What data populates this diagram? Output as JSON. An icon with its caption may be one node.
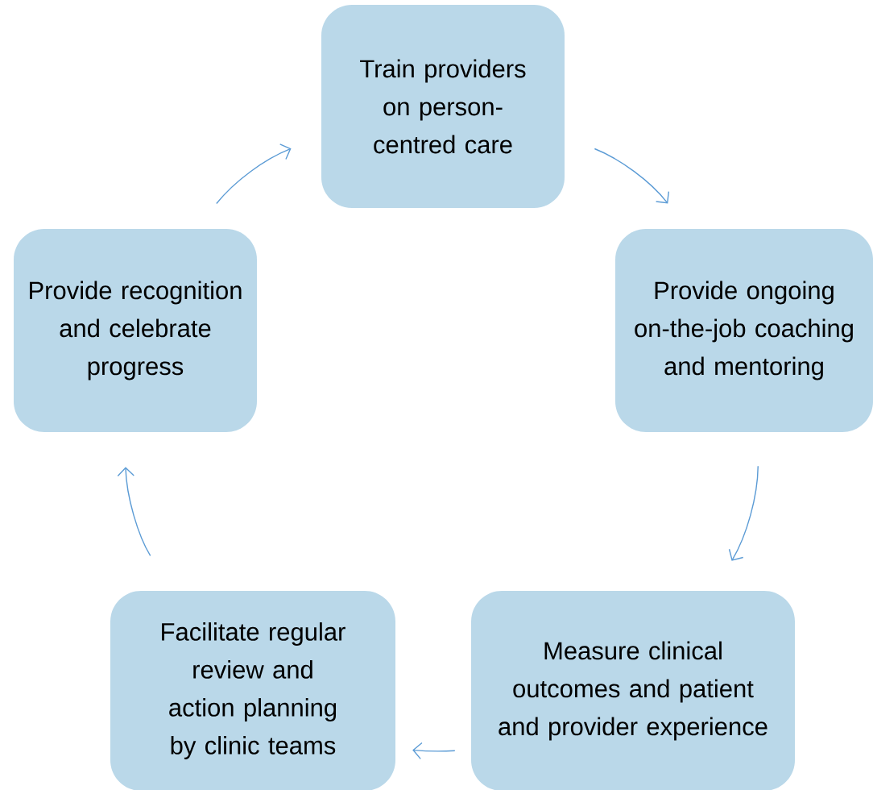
{
  "diagram": {
    "nodes": [
      {
        "text": [
          "Train providers on person-centred care"
        ]
      },
      {
        "text": [
          "Provide ongoing on-the-job coaching and mentoring"
        ]
      },
      {
        "text": [
          "Measure clinical outcomes and patient and provider experience"
        ]
      },
      {
        "text": [
          "Facilitate regular review and action planning by clinic teams"
        ]
      },
      {
        "text": [
          "Provide recognition and celebrate progress"
        ]
      }
    ],
    "edges": [
      {
        "from": 0,
        "to": 1,
        "arrow": "to"
      },
      {
        "from": 1,
        "to": 2,
        "arrow": "to"
      },
      {
        "from": 2,
        "to": 3,
        "arrow": "to"
      },
      {
        "from": 3,
        "to": 4,
        "arrow": "to"
      },
      {
        "from": 4,
        "to": 0,
        "arrow": "to"
      }
    ]
  }
}
